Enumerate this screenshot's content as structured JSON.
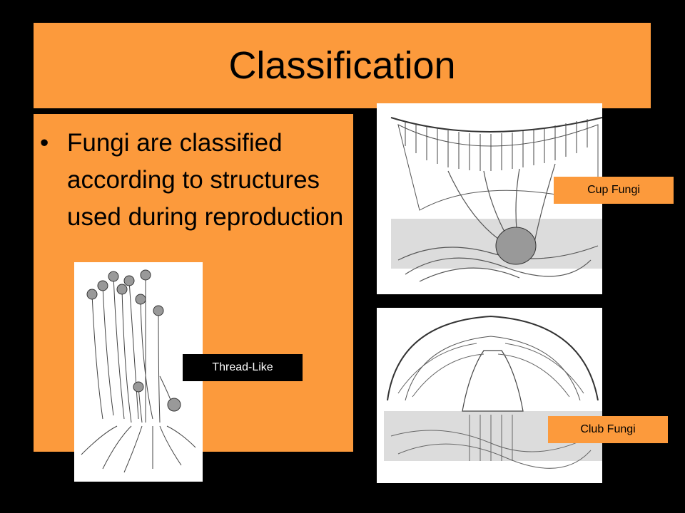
{
  "slide": {
    "title": "Classification",
    "bullet": "Fungi are classified according to structures used during reproduction",
    "bullet_marker": "•"
  },
  "labels": {
    "cup": "Cup Fungi",
    "club": "Club Fungi",
    "thread": "Thread-Like"
  },
  "colors": {
    "accent": "#fc9a3c",
    "background": "#000000"
  }
}
